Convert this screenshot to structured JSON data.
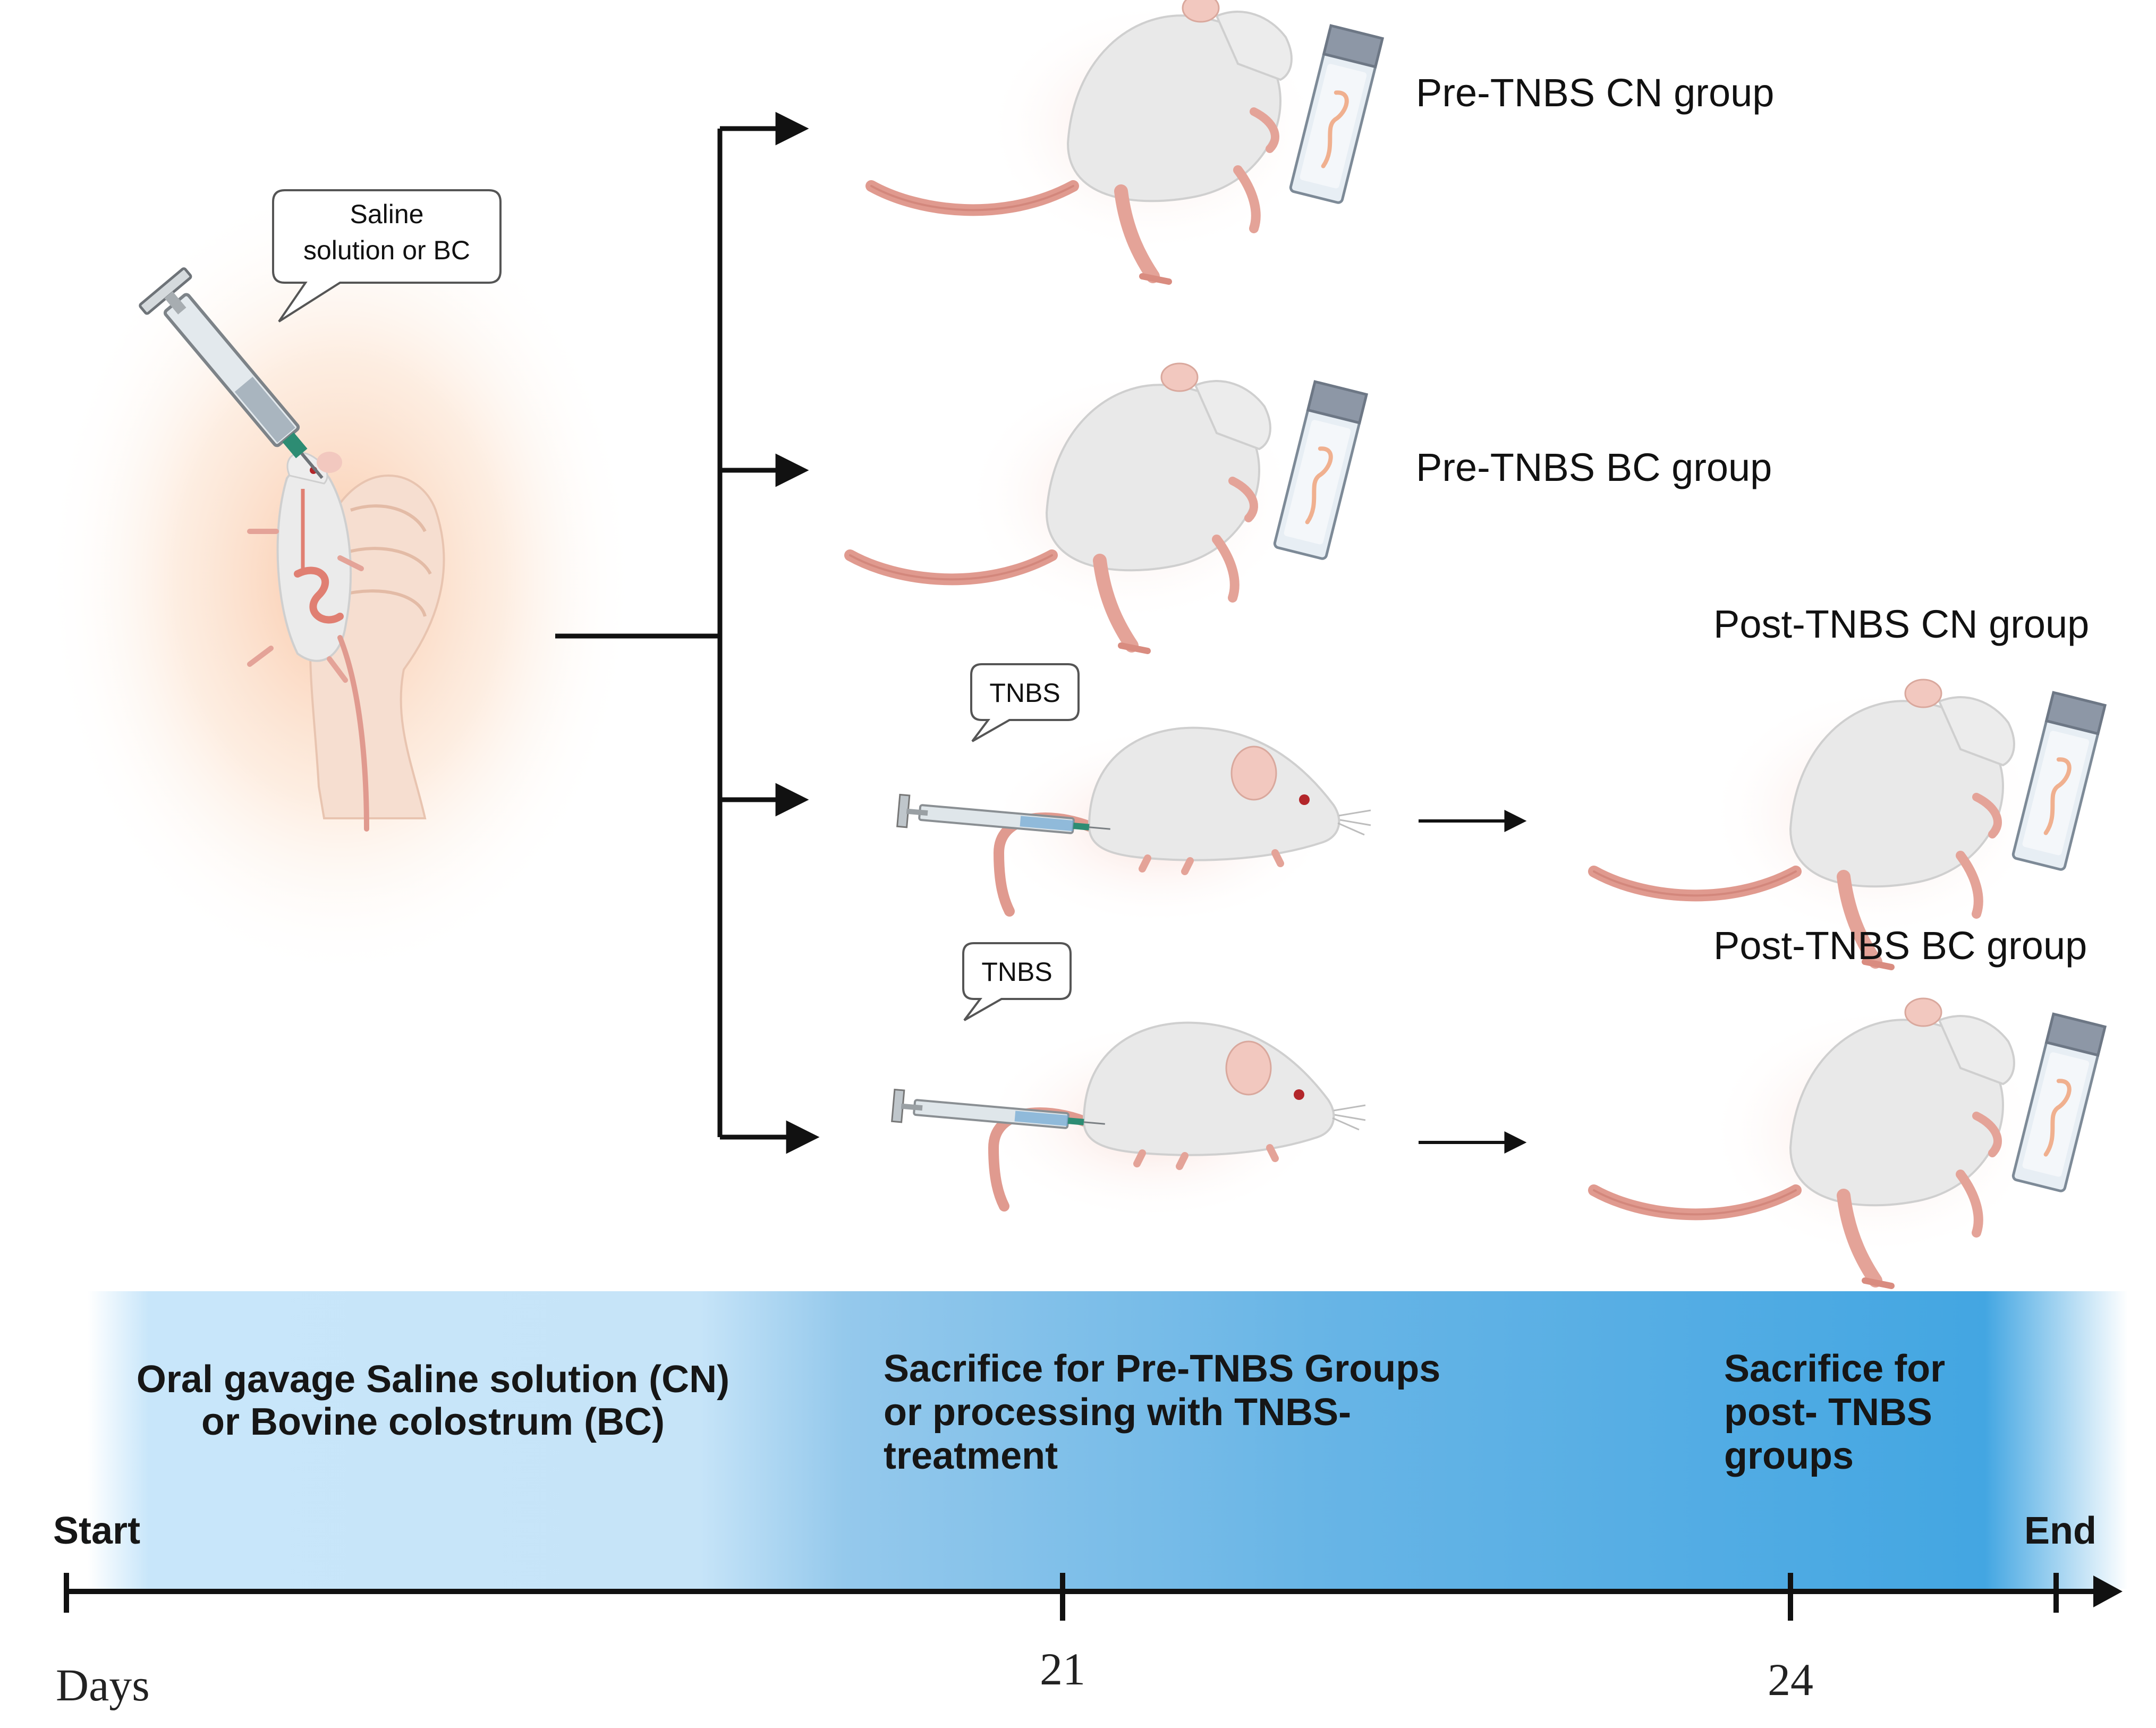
{
  "figure": {
    "bubbles": {
      "gavage": [
        "Saline",
        "solution or BC"
      ],
      "tnbs_1": "TNBS",
      "tnbs_2": "TNBS"
    },
    "groups": [
      "Pre-TNBS CN group",
      "Pre-TNBS BC group",
      "Post-TNBS CN group",
      "Post-TNBS BC group"
    ],
    "timeline": {
      "phase1": [
        "Oral gavage Saline solution (CN)",
        "or Bovine colostrum (BC)"
      ],
      "phase2": [
        "Sacrifice for Pre-TNBS Groups",
        "or  processing with TNBS-",
        "treatment"
      ],
      "phase3": [
        "Sacrifice for",
        "post- TNBS",
        "groups"
      ],
      "start_label": "Start",
      "end_label": "End",
      "axis_label": "Days",
      "ticks": [
        "21",
        "24"
      ]
    }
  },
  "icons": [
    "syringe-icon",
    "mouse-icon",
    "sample-tube-icon",
    "speech-bubble-icon",
    "hand-icon"
  ],
  "colors": {
    "band_light": "#c8e6fa",
    "band_dark": "#43a6e2",
    "fur": "#e9e9e9",
    "tail": "#e09a8f",
    "line": "#111111"
  }
}
